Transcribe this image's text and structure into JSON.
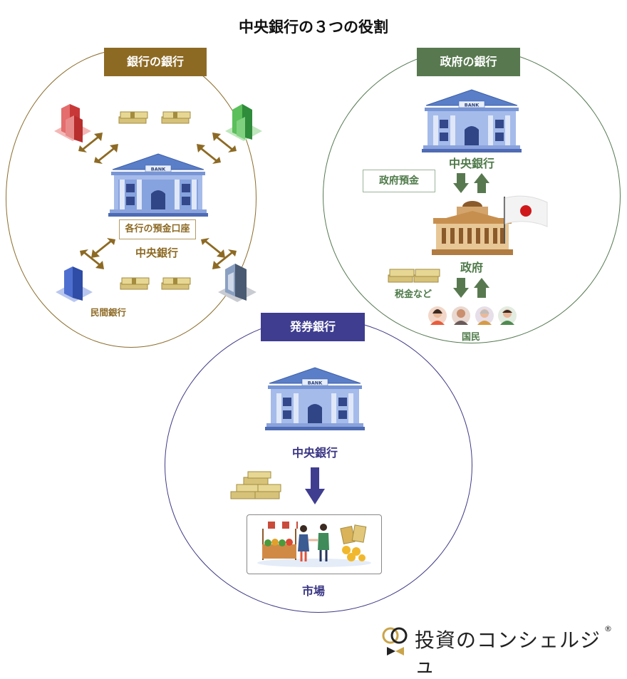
{
  "title": "中央銀行の３つの役割",
  "bank_sign": "BANK",
  "sections": {
    "bank_of_banks": {
      "heading": "銀行の銀行",
      "account_label": "各行の預金口座",
      "central_bank": "中央銀行",
      "private_banks": "民間銀行"
    },
    "gov_bank": {
      "heading": "政府の銀行",
      "central_bank": "中央銀行",
      "deposit_label": "政府預金",
      "government": "政府",
      "tax_label": "税金など",
      "citizens": "国民"
    },
    "issuing_bank": {
      "heading": "発券銀行",
      "central_bank": "中央銀行",
      "market": "市場"
    }
  },
  "brand": {
    "name": "投資のコンシェルジュ",
    "reg_mark": "®"
  },
  "colors": {
    "gold": "#8d6a24",
    "green": "#58794f",
    "navy": "#3f3d90"
  }
}
